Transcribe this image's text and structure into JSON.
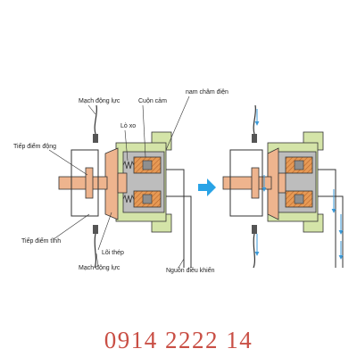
{
  "labels": {
    "main_circuit_top": "Mạch động lực",
    "coil": "Cuộn cảm",
    "electromagnet": "nam châm điện",
    "spring": "Lò xo",
    "moving_contact": "Tiếp điểm động",
    "fixed_contact": "Tiếp điểm tĩnh",
    "steel_core": "Lõi thép",
    "main_circuit_bottom": "Mạch động lực",
    "control_source": "Nguồn điều khiển"
  },
  "footer": {
    "phone": "0914 2222 14"
  },
  "colors": {
    "frame_green": "#d4e4a8",
    "armature_peach": "#eeb48e",
    "coil_orange": "#e89a55",
    "core_gray": "#8f8f8f",
    "current_blue": "#3a9ad9",
    "arrow_blue": "#29a3e6",
    "phone_red": "#c94f45"
  }
}
